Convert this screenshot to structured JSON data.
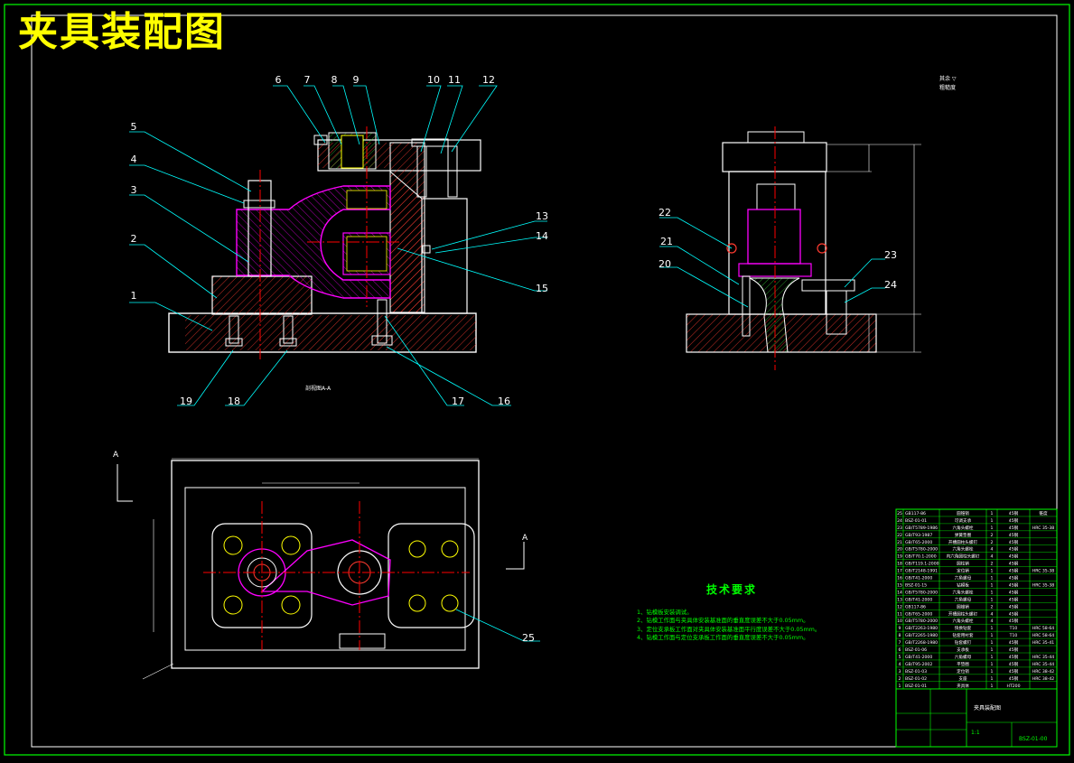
{
  "title": "夹具装配图",
  "colors": {
    "background": "#000000",
    "frame": "#00ff00",
    "outline": "#ffffff",
    "leader": "#00ffff",
    "part": "#ff00ff",
    "hatch": "#ff3b30",
    "centerline": "#ff0000",
    "bolt": "#ffff00",
    "title_text": "#ffff00",
    "note_text": "#00ff00"
  },
  "sections": {
    "main_view": "剖视图A-A",
    "view_marker": "A",
    "roughness_note": "其余 ▽",
    "roughness_note2": "粗糙度"
  },
  "balloons": [
    "1",
    "2",
    "3",
    "4",
    "5",
    "6",
    "7",
    "8",
    "9",
    "10",
    "11",
    "12",
    "13",
    "14",
    "15",
    "16",
    "17",
    "18",
    "19",
    "20",
    "21",
    "22",
    "23",
    "24",
    "25"
  ],
  "tech_requirements": {
    "heading": "技术要求",
    "items": [
      "1、钻模板安装调试。",
      "2、钻模工作面与夹具体安装基准面的垂直度误差不大于0.05mm。",
      "3、定位支承板工作面对夹具体安装基准面平行度误差不大于0.05mm。",
      "4、钻模工作面与定位支承板工作面的垂直度误差不大于0.05mm。"
    ]
  },
  "parts_list": {
    "rows": [
      {
        "no": "25",
        "code": "GB117-86",
        "name": "圆锥销",
        "qty": "1",
        "mat": "45钢",
        "note": "锥度"
      },
      {
        "no": "24",
        "code": "BSZ-01-01",
        "name": "可调支承",
        "qty": "1",
        "mat": "45钢",
        "note": ""
      },
      {
        "no": "23",
        "code": "GB/T5789-1986",
        "name": "六角头螺栓",
        "qty": "1",
        "mat": "45钢",
        "note": "HRC 35-38"
      },
      {
        "no": "22",
        "code": "GB/T93-1987",
        "name": "弹簧垫圈",
        "qty": "2",
        "mat": "45钢",
        "note": ""
      },
      {
        "no": "21",
        "code": "GB/T65-2000",
        "name": "开槽圆柱头螺钉",
        "qty": "2",
        "mat": "45钢",
        "note": ""
      },
      {
        "no": "20",
        "code": "GB/T5780-2000",
        "name": "六角头螺栓",
        "qty": "4",
        "mat": "45钢",
        "note": ""
      },
      {
        "no": "19",
        "code": "GB/T70.1-2000",
        "name": "内六角圆柱头螺钉",
        "qty": "4",
        "mat": "45钢",
        "note": ""
      },
      {
        "no": "18",
        "code": "GB/T119.1-2000",
        "name": "圆柱销",
        "qty": "2",
        "mat": "45钢",
        "note": ""
      },
      {
        "no": "17",
        "code": "GB/T2148-1991",
        "name": "定位销",
        "qty": "1",
        "mat": "45钢",
        "note": "HRC 35-38"
      },
      {
        "no": "16",
        "code": "GB/T41-2000",
        "name": "六角螺母",
        "qty": "1",
        "mat": "45钢",
        "note": ""
      },
      {
        "no": "15",
        "code": "BSZ-01-15",
        "name": "钻模板",
        "qty": "1",
        "mat": "45钢",
        "note": "HRC 35-38"
      },
      {
        "no": "14",
        "code": "GB/T5780-2000",
        "name": "六角头螺栓",
        "qty": "1",
        "mat": "45钢",
        "note": ""
      },
      {
        "no": "13",
        "code": "GB/T41-2000",
        "name": "六角螺母",
        "qty": "1",
        "mat": "45钢",
        "note": ""
      },
      {
        "no": "12",
        "code": "GB117-86",
        "name": "圆锥销",
        "qty": "2",
        "mat": "45钢",
        "note": ""
      },
      {
        "no": "11",
        "code": "GB/T65-2000",
        "name": "开槽圆柱头螺钉",
        "qty": "4",
        "mat": "45钢",
        "note": ""
      },
      {
        "no": "10",
        "code": "GB/T5780-2000",
        "name": "六角头螺栓",
        "qty": "4",
        "mat": "45钢",
        "note": ""
      },
      {
        "no": "9",
        "code": "GB/T2263-1980",
        "name": "快换钻套",
        "qty": "1",
        "mat": "T10",
        "note": "HRC 58-64"
      },
      {
        "no": "8",
        "code": "GB/T2265-1980",
        "name": "钻套用衬套",
        "qty": "1",
        "mat": "T10",
        "note": "HRC 58-64"
      },
      {
        "no": "7",
        "code": "GB/T2268-1980",
        "name": "钻套螺钉",
        "qty": "1",
        "mat": "45钢",
        "note": "HRC 35-41"
      },
      {
        "no": "6",
        "code": "BSZ-01-06",
        "name": "支承板",
        "qty": "1",
        "mat": "45钢",
        "note": ""
      },
      {
        "no": "5",
        "code": "GB/T41-2000",
        "name": "六角螺母",
        "qty": "1",
        "mat": "45钢",
        "note": "HRC 35-44"
      },
      {
        "no": "4",
        "code": "GB/T95-2002",
        "name": "平垫圈",
        "qty": "1",
        "mat": "45钢",
        "note": "HRC 35-44"
      },
      {
        "no": "3",
        "code": "BSZ-01-03",
        "name": "定位销",
        "qty": "1",
        "mat": "45钢",
        "note": "HRC 38-42"
      },
      {
        "no": "2",
        "code": "BSZ-01-02",
        "name": "支座",
        "qty": "1",
        "mat": "45钢",
        "note": "HRC 38-42"
      },
      {
        "no": "1",
        "code": "BSZ-01-01",
        "name": "夹具体",
        "qty": "1",
        "mat": "HT200",
        "note": ""
      }
    ],
    "title_name": "夹具装配图",
    "drawing_no": "BSZ-01-00",
    "scale": "1:1"
  }
}
